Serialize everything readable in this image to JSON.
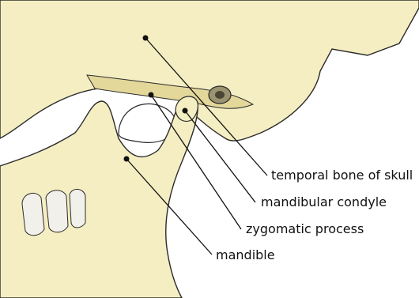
{
  "diagram": {
    "colors": {
      "bone": "#f4eec2",
      "bone_shade": "#e3d79a",
      "ink": "#2b2b2b",
      "leader": "#111111",
      "background": "#ffffff"
    },
    "labels": [
      {
        "id": "temporal",
        "text": "temporal bone of skull"
      },
      {
        "id": "condyle",
        "text": "mandibular condyle"
      },
      {
        "id": "zygomatic",
        "text": "zygomatic process"
      },
      {
        "id": "mandible",
        "text": "mandible"
      }
    ]
  }
}
